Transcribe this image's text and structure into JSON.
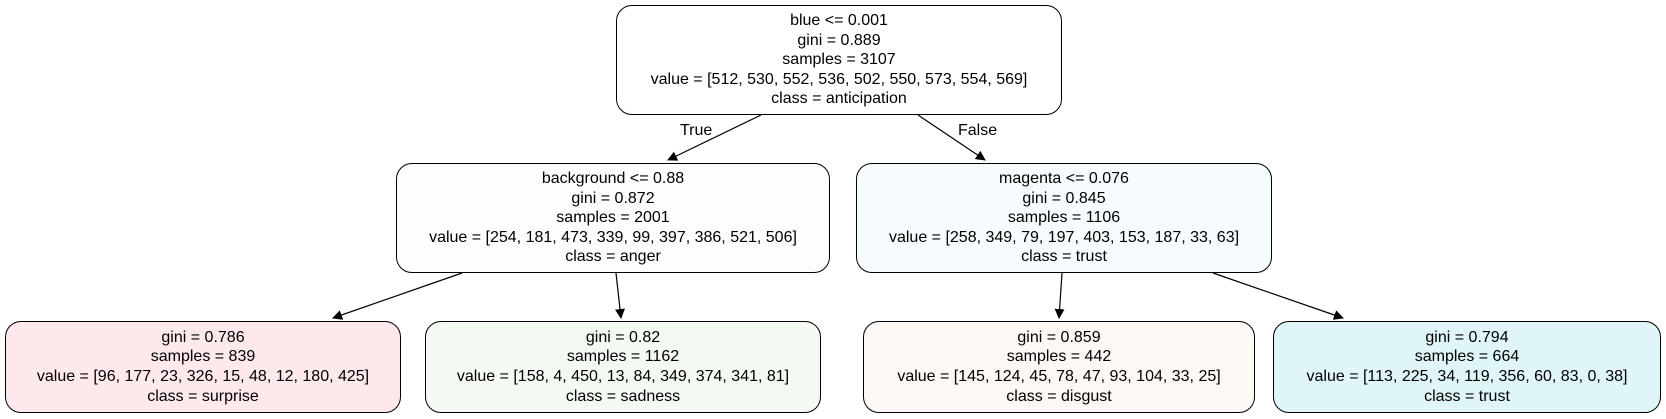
{
  "nodes": {
    "root": {
      "condition": "blue <= 0.001",
      "gini": "gini = 0.889",
      "samples": "samples = 3107",
      "value": "value = [512, 530, 552, 536, 502, 550, 573, 554, 569]",
      "class": "class = anticipation",
      "fill": "#ffffff"
    },
    "left": {
      "condition": "background <= 0.88",
      "gini": "gini = 0.872",
      "samples": "samples = 2001",
      "value": "value = [254, 181, 473, 339, 99, 397, 386, 521, 506]",
      "class": "class = anger",
      "fill": "#fdfdfd"
    },
    "right": {
      "condition": "magenta <= 0.076",
      "gini": "gini = 0.845",
      "samples": "samples = 1106",
      "value": "value = [258, 349, 79, 197, 403, 153, 187, 33, 63]",
      "class": "class = trust",
      "fill": "#f6fbfd"
    },
    "left_left": {
      "gini": "gini = 0.786",
      "samples": "samples = 839",
      "value": "value = [96, 177, 23, 326, 15, 48, 12, 180, 425]",
      "class": "class = surprise",
      "fill": "#fde8ec"
    },
    "left_right": {
      "gini": "gini = 0.82",
      "samples": "samples = 1162",
      "value": "value = [158, 4, 450, 13, 84, 349, 374, 341, 81]",
      "class": "class = sadness",
      "fill": "#f5f9f3"
    },
    "right_left": {
      "gini": "gini = 0.859",
      "samples": "samples = 442",
      "value": "value = [145, 124, 45, 78, 47, 93, 104, 33, 25]",
      "class": "class = disgust",
      "fill": "#fdf8f5"
    },
    "right_right": {
      "gini": "gini = 0.794",
      "samples": "samples = 664",
      "value": "value = [113, 225, 34, 119, 356, 60, 83, 0, 38]",
      "class": "class = trust",
      "fill": "#dff5f8"
    }
  },
  "edge_labels": {
    "true": "True",
    "false": "False"
  },
  "colors": {
    "edge": "#000000",
    "border": "#000000"
  }
}
